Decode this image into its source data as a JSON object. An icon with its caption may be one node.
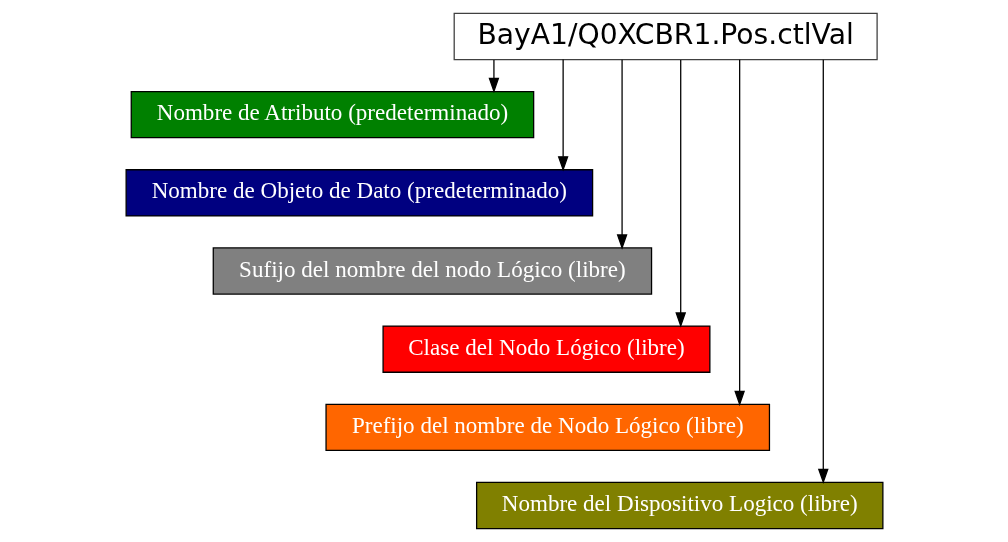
{
  "diagram": {
    "nodes": [
      {
        "text": [
          "BayA1/Q0XCBR1.Pos.ctlVal"
        ]
      },
      {
        "text": [
          "Nombre de Atributo (predeterminado)"
        ]
      },
      {
        "text": [
          "Nombre de Objeto de Dato (predeterminado)"
        ]
      },
      {
        "text": [
          "Sufijo del nombre del nodo Lógico (libre)"
        ]
      },
      {
        "text": [
          "Clase del Nodo Lógico (libre)"
        ]
      },
      {
        "text": [
          "Prefijo del nombre de Nodo Lógico (libre)"
        ]
      },
      {
        "text": [
          "Nombre del Dispositivo Logico (libre)"
        ]
      }
    ],
    "edges": [
      {
        "from": 0,
        "to": 6,
        "arrow": "to"
      },
      {
        "from": 0,
        "to": 5,
        "arrow": "to"
      },
      {
        "from": 0,
        "to": 4,
        "arrow": "to"
      },
      {
        "from": 0,
        "to": 3,
        "arrow": "to"
      },
      {
        "from": 0,
        "to": 2,
        "arrow": "to"
      },
      {
        "from": 0,
        "to": 1,
        "arrow": "to"
      }
    ]
  }
}
